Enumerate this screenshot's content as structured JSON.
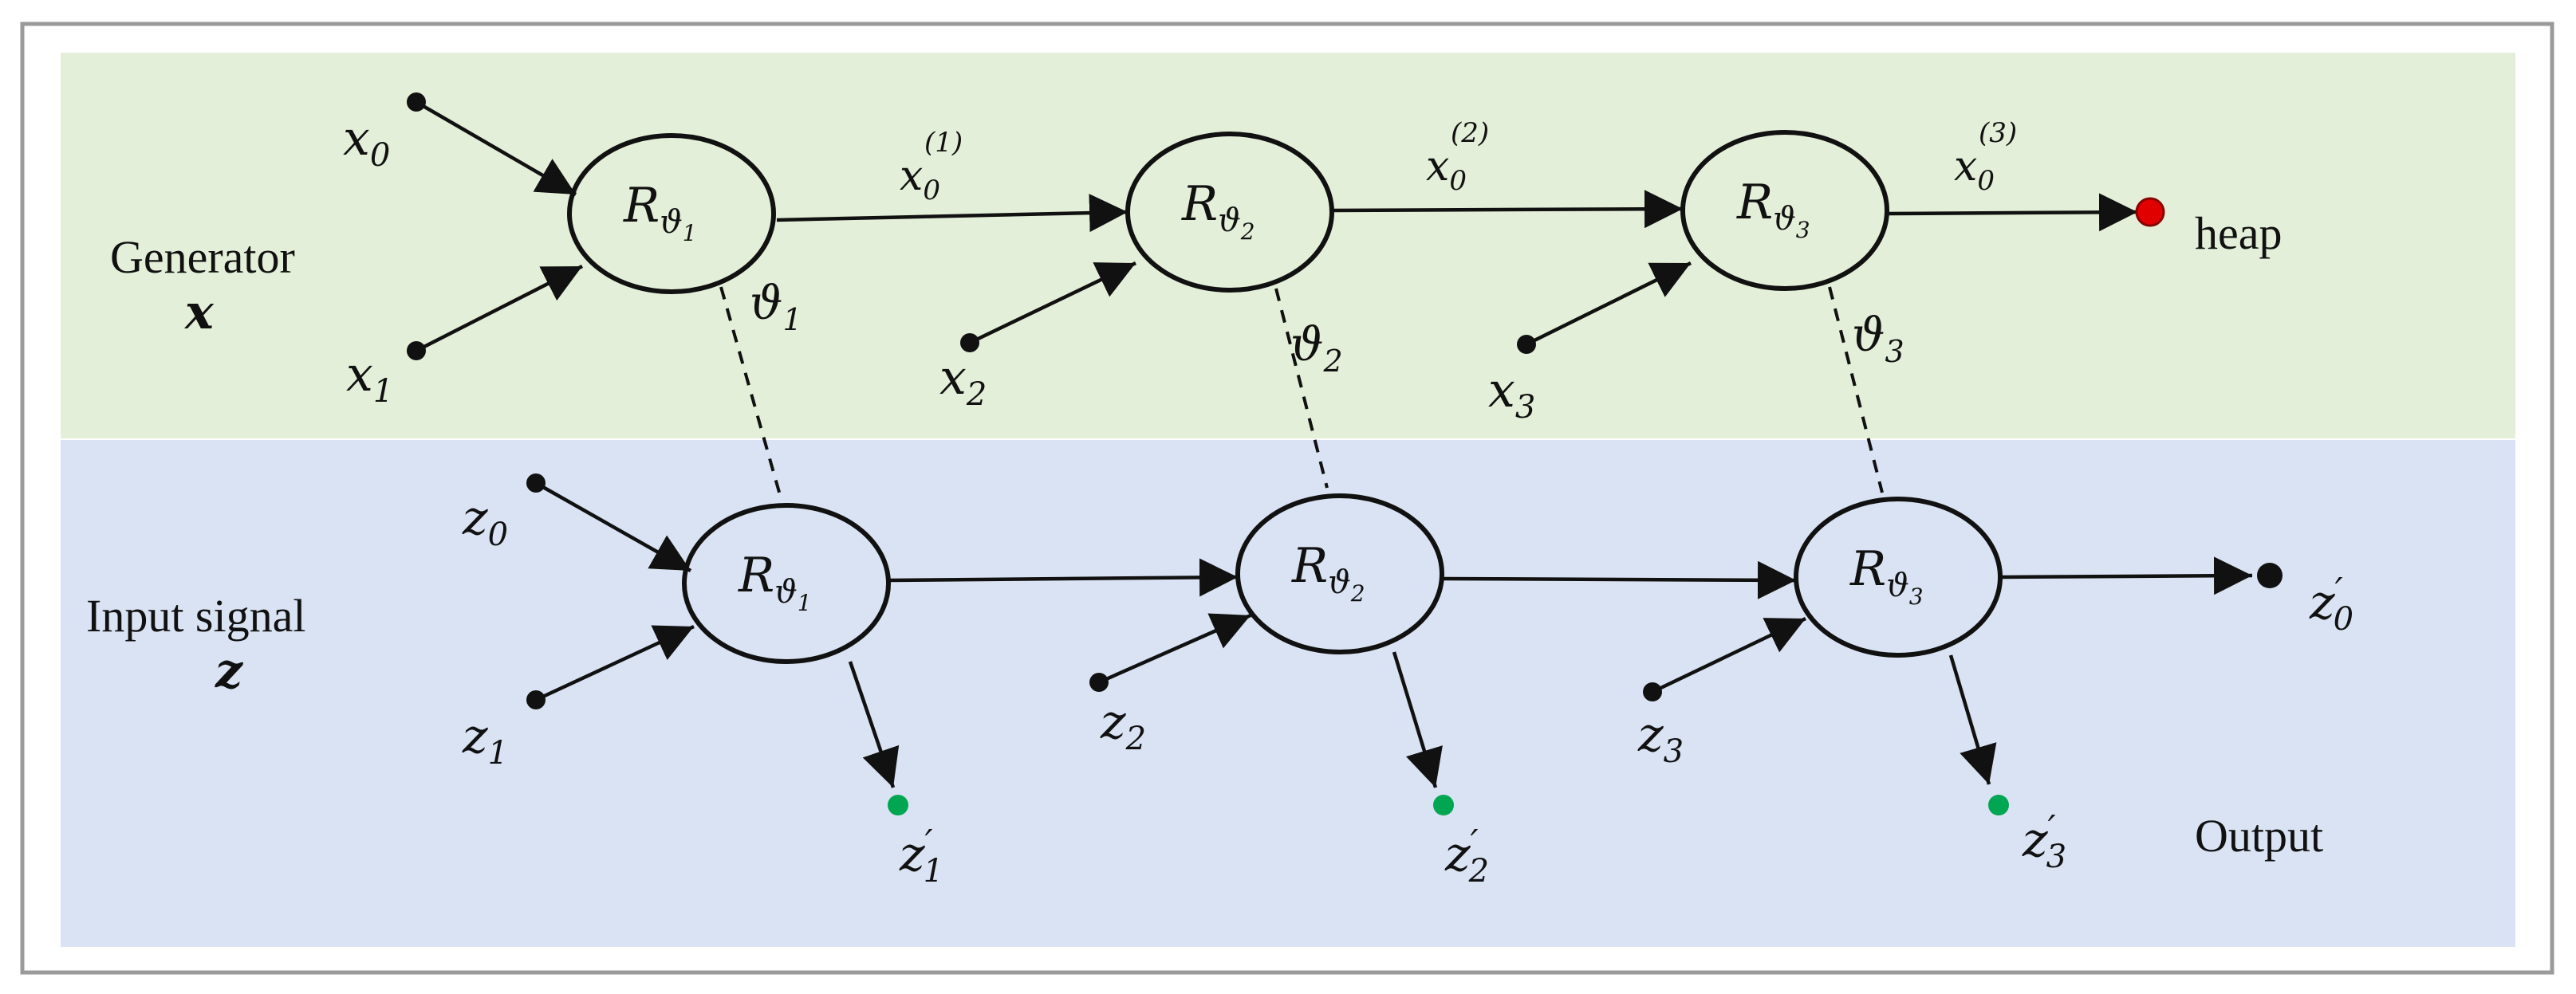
{
  "bands": {
    "generator": {
      "label": "Generator",
      "symbol": "x",
      "color": "#e4efd9"
    },
    "input": {
      "label": "Input signal",
      "symbol": "z",
      "color": "#dae3f3"
    }
  },
  "generator": {
    "inputs": [
      {
        "var": "x",
        "sub": "0"
      },
      {
        "var": "x",
        "sub": "1"
      },
      {
        "var": "x",
        "sub": "2"
      },
      {
        "var": "x",
        "sub": "3"
      }
    ],
    "nodes": [
      {
        "base": "R",
        "sub": "ϑ",
        "subsub": "1"
      },
      {
        "base": "R",
        "sub": "ϑ",
        "subsub": "2"
      },
      {
        "base": "R",
        "sub": "ϑ",
        "subsub": "3"
      }
    ],
    "edges": [
      {
        "var": "x",
        "sub": "0",
        "sup": "(1)"
      },
      {
        "var": "x",
        "sub": "0",
        "sup": "(2)"
      },
      {
        "var": "x",
        "sub": "0",
        "sup": "(3)"
      }
    ],
    "end_label": "heap"
  },
  "params": [
    {
      "sym": "ϑ",
      "sub": "1"
    },
    {
      "sym": "ϑ",
      "sub": "2"
    },
    {
      "sym": "ϑ",
      "sub": "3"
    }
  ],
  "signal": {
    "inputs": [
      {
        "var": "z",
        "sub": "0"
      },
      {
        "var": "z",
        "sub": "1"
      },
      {
        "var": "z",
        "sub": "2"
      },
      {
        "var": "z",
        "sub": "3"
      }
    ],
    "nodes": [
      {
        "base": "R",
        "sub": "ϑ",
        "subsub": "1"
      },
      {
        "base": "R",
        "sub": "ϑ",
        "subsub": "2"
      },
      {
        "base": "R",
        "sub": "ϑ",
        "subsub": "3"
      }
    ],
    "outputs": [
      {
        "var": "z",
        "prime": "′",
        "sub": "1"
      },
      {
        "var": "z",
        "prime": "′",
        "sub": "2"
      },
      {
        "var": "z",
        "prime": "′",
        "sub": "3"
      }
    ],
    "final_output": {
      "var": "z",
      "prime": "′",
      "sub": "0"
    },
    "output_label": "Output"
  },
  "colors": {
    "heap_dot": "#e00000",
    "output_dot": "#00a651",
    "stroke": "#111111"
  }
}
